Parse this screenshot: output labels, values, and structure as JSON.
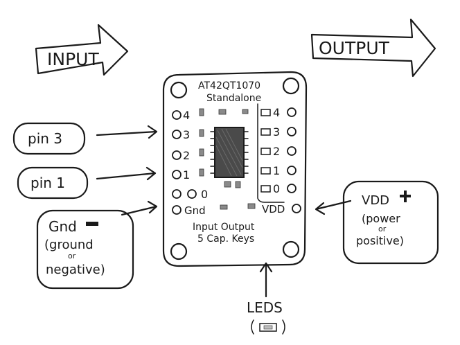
{
  "arrows": {
    "input_label": "INPUT",
    "output_label": "OUTPUT"
  },
  "board": {
    "chip_name": "AT42QT1070",
    "chip_subtitle": "Standalone",
    "left_pins": [
      "4",
      "3",
      "2",
      "1",
      "0"
    ],
    "right_pins": [
      "4",
      "3",
      "2",
      "1",
      "0"
    ],
    "gnd_label": "Gnd",
    "vdd_label": "VDD",
    "footer_line1": "Input Output",
    "footer_line2": "5 Cap. Keys"
  },
  "callouts": {
    "pin3": "pin 3",
    "pin1": "pin 1",
    "gnd_title": "Gnd",
    "gnd_line1": "(ground",
    "gnd_line2": "or",
    "gnd_line3": "negative)",
    "vdd_title": "VDD",
    "vdd_line1": "(power",
    "vdd_line2": "or",
    "vdd_line3": "positive)",
    "leds": "LEDS"
  }
}
